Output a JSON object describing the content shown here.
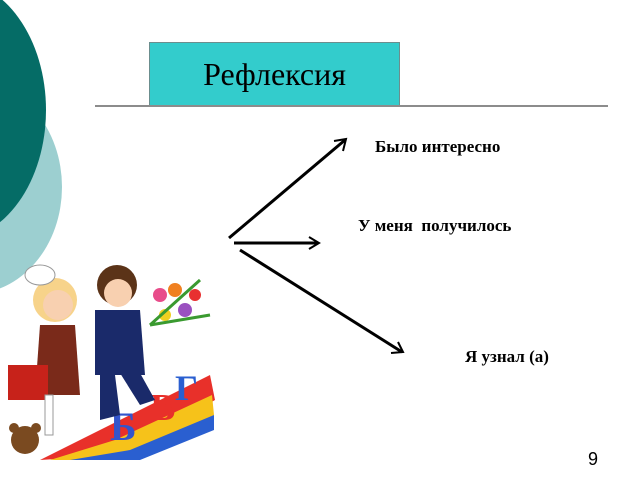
{
  "slide": {
    "title": "Рефлексия",
    "items": [
      "Было интересно",
      "У меня  получилось",
      "Я узнал (а)"
    ],
    "page_number": "9"
  },
  "colors": {
    "title_box": "#33cccc",
    "dark_circle": "#056c66",
    "light_circle": "#9ccfd0"
  }
}
